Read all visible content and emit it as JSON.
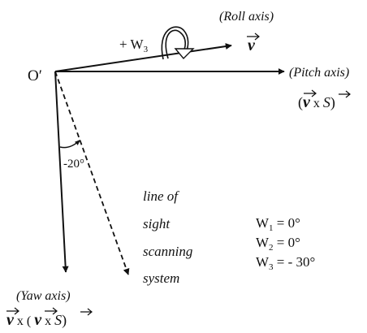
{
  "origin_label": "O′",
  "roll": {
    "axis_label": "(Roll axis)",
    "vector": "v",
    "rotation_label_sign": "+ W",
    "rotation_label_sub": "3"
  },
  "pitch": {
    "axis_label": "(Pitch axis)",
    "expr_open": "(",
    "expr_v": "v",
    "expr_x": " x ",
    "expr_s": "S",
    "expr_close": ")"
  },
  "yaw": {
    "axis_label": "(Yaw axis)",
    "expr_v1": "v",
    "expr_x1": " x ( ",
    "expr_v2": "v",
    "expr_x2": " x ",
    "expr_s": "S",
    "expr_close": ")"
  },
  "angle_label": "-20°",
  "line_of_sight": [
    "line of",
    "sight",
    "scanning",
    "system"
  ],
  "parameters": [
    {
      "name": "W",
      "sub": "1",
      "value": " = 0°"
    },
    {
      "name": "W",
      "sub": "2",
      "value": " = 0°"
    },
    {
      "name": "W",
      "sub": "3",
      "value": " = - 30°"
    }
  ]
}
